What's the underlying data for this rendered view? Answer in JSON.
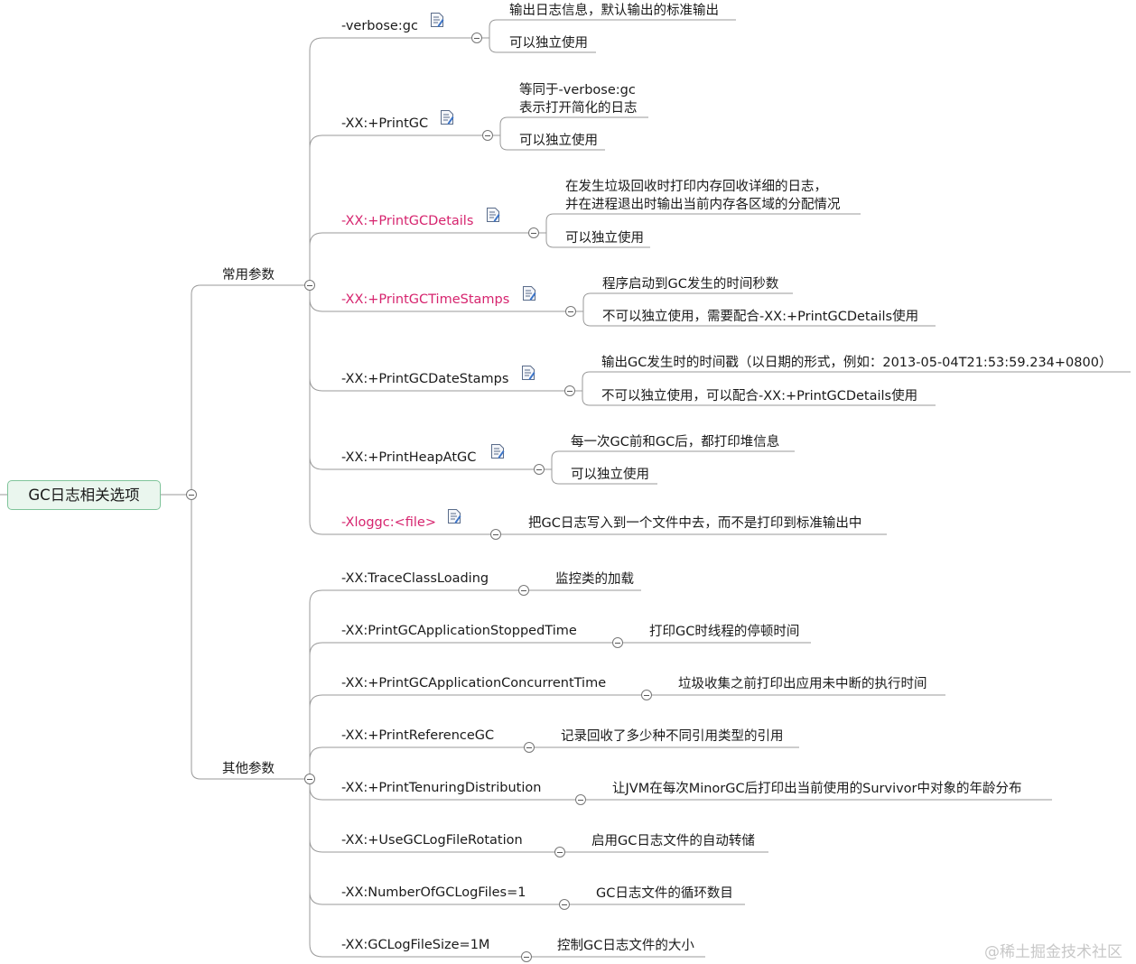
{
  "root": "GC日志相关选项",
  "group_common": {
    "label": "常用参数",
    "items": [
      {
        "label": "-verbose:gc",
        "notes": [
          "输出日志信息，默认输出的标准输出",
          "可以独立使用"
        ]
      },
      {
        "label": "-XX:+PrintGC",
        "notes": [
          "等同于-verbose:gc\n表示打开简化的日志",
          "可以独立使用"
        ]
      },
      {
        "label": "-XX:+PrintGCDetails",
        "notes": [
          "在发生垃圾回收时打印内存回收详细的日志，\n并在进程退出时输出当前内存各区域的分配情况",
          "可以独立使用"
        ]
      },
      {
        "label": "-XX:+PrintGCTimeStamps",
        "notes": [
          "程序启动到GC发生的时间秒数",
          "不可以独立使用，需要配合-XX:+PrintGCDetails使用"
        ]
      },
      {
        "label": "-XX:+PrintGCDateStamps",
        "notes": [
          "输出GC发生时的时间戳（以日期的形式，例如：2013-05-04T21:53:59.234+0800）",
          "不可以独立使用，可以配合-XX:+PrintGCDetails使用"
        ]
      },
      {
        "label": "-XX:+PrintHeapAtGC",
        "notes": [
          "每一次GC前和GC后，都打印堆信息",
          "可以独立使用"
        ]
      },
      {
        "label": "-Xloggc:<file>",
        "notes": [
          "把GC日志写入到一个文件中去，而不是打印到标准输出中"
        ]
      }
    ]
  },
  "group_other": {
    "label": "其他参数",
    "items": [
      {
        "label": "-XX:TraceClassLoading",
        "notes": [
          "监控类的加载"
        ]
      },
      {
        "label": "-XX:PrintGCApplicationStoppedTime",
        "notes": [
          "打印GC时线程的停顿时间"
        ]
      },
      {
        "label": "-XX:+PrintGCApplicationConcurrentTime",
        "notes": [
          "垃圾收集之前打印出应用未中断的执行时间"
        ]
      },
      {
        "label": "-XX:+PrintReferenceGC",
        "notes": [
          "记录回收了多少种不同引用类型的引用"
        ]
      },
      {
        "label": "-XX:+PrintTenuringDistribution",
        "notes": [
          "让JVM在每次MinorGC后打印出当前使用的Survivor中对象的年龄分布"
        ]
      },
      {
        "label": "-XX:+UseGCLogFileRotation",
        "notes": [
          "启用GC日志文件的自动转储"
        ]
      },
      {
        "label": "-XX:NumberOfGCLogFiles=1",
        "notes": [
          "GC日志文件的循环数目"
        ]
      },
      {
        "label": "-XX:GCLogFileSize=1M",
        "notes": [
          "控制GC日志文件的大小"
        ]
      }
    ]
  },
  "colors": {
    "line": "#9a9a9a",
    "root_fill": "#eaf6ee",
    "root_border": "#7fc49a",
    "highlight_text": "#d6246e"
  },
  "icons": {
    "note": "note-icon",
    "collapse": "collapse-icon"
  },
  "watermark": "@稀土掘金技术社区"
}
